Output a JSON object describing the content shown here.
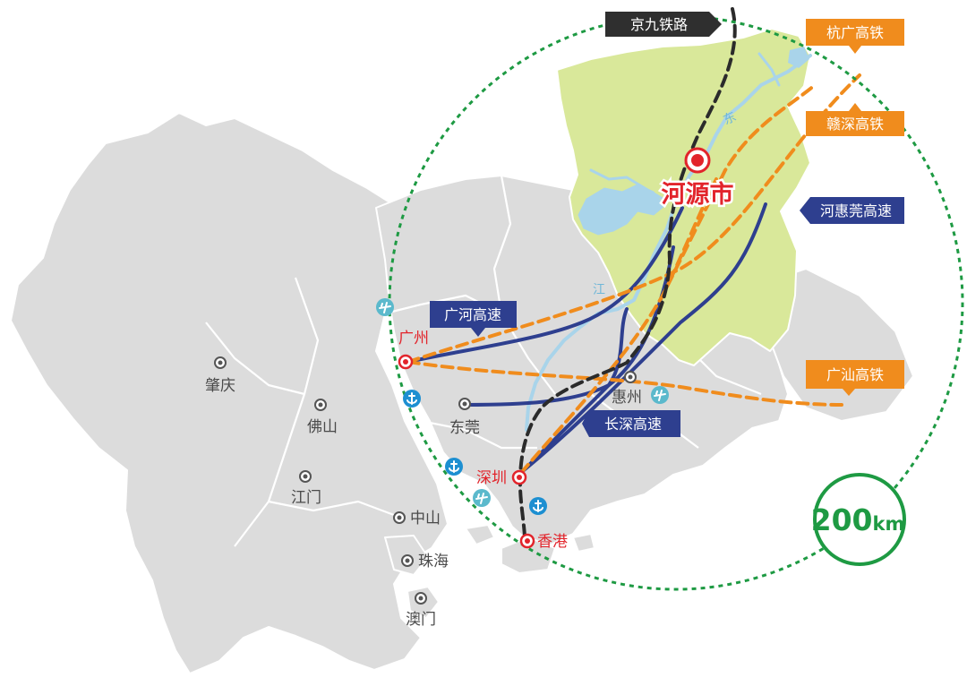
{
  "map": {
    "main_city": "河源市",
    "cities": {
      "zhaoqing": "肇庆",
      "foshan": "佛山",
      "jiangmen": "江门",
      "zhongshan": "中山",
      "zhuhai": "珠海",
      "macau": "澳门",
      "guangzhou": "广州",
      "dongguan": "东莞",
      "huizhou": "惠州",
      "shenzhen": "深圳",
      "hongkong": "香港"
    },
    "rivers": {
      "dong": "东",
      "jiang": "江"
    },
    "labels": {
      "jingjiu": "京九铁路",
      "hangguang": "杭广高铁",
      "ganshen": "赣深高铁",
      "hehuiguan": "河惠莞高速",
      "guanghe": "广河高速",
      "guangshan": "广汕高铁",
      "changshen": "长深高速"
    },
    "radius": {
      "value": "200",
      "unit": "km"
    },
    "colors": {
      "land": "#dcdcdc",
      "heyuan_area": "#d9e89a",
      "water": "#a9d4ea",
      "railway": "#2b2b2b",
      "high_speed_rail": "#f08c1d",
      "expressway": "#2e3f8f",
      "radius_circle": "#1e9a43",
      "city_marker": "#e2242b"
    },
    "icons": [
      "airport-icon",
      "port-icon",
      "city-marker-icon"
    ]
  }
}
